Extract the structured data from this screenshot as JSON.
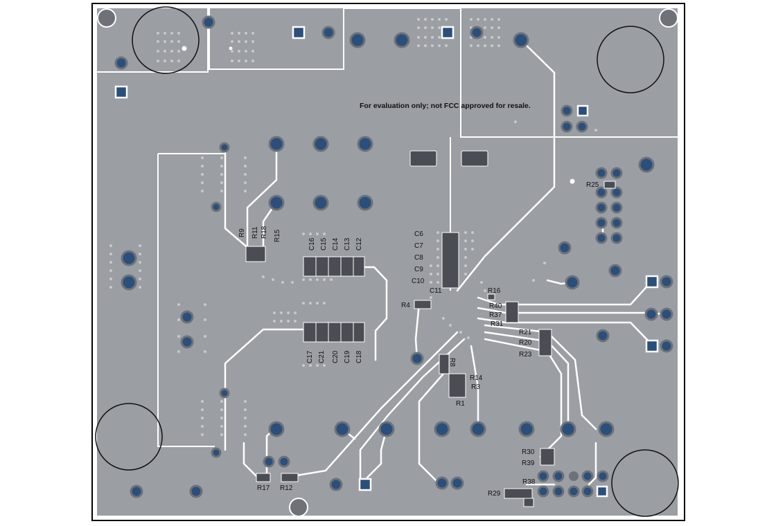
{
  "board": {
    "note": "For evaluation only; not FCC approved for resale.",
    "colors": {
      "board": "#9b9ea3",
      "trace": "#ffffff",
      "pad": "#2a4f7c",
      "ring": "#6e7278",
      "smd": "#4a4d53",
      "outline": "#000000"
    }
  },
  "labels": {
    "c6": "C6",
    "c7": "C7",
    "c8": "C8",
    "c9": "C9",
    "c10": "C10",
    "c11": "C11",
    "c12": "C12",
    "c13": "C13",
    "c14": "C14",
    "c15": "C15",
    "c16": "C16",
    "c17": "C17",
    "c18": "C18",
    "c19": "C19",
    "c20": "C20",
    "c21": "C21",
    "r1": "R1",
    "r3": "R3",
    "r4": "R4",
    "r8": "R8",
    "r9": "R9",
    "r11": "R11",
    "r12": "R12",
    "r14": "R14",
    "r15": "R15",
    "r16": "R16",
    "r17": "R17",
    "r18": "R18",
    "r20": "R20",
    "r21": "R21",
    "r23": "R23",
    "r25": "R25",
    "r29": "R29",
    "r30": "R30",
    "r31": "R31",
    "r37": "R37",
    "r38": "R38",
    "r39": "R39",
    "r40": "R40"
  }
}
